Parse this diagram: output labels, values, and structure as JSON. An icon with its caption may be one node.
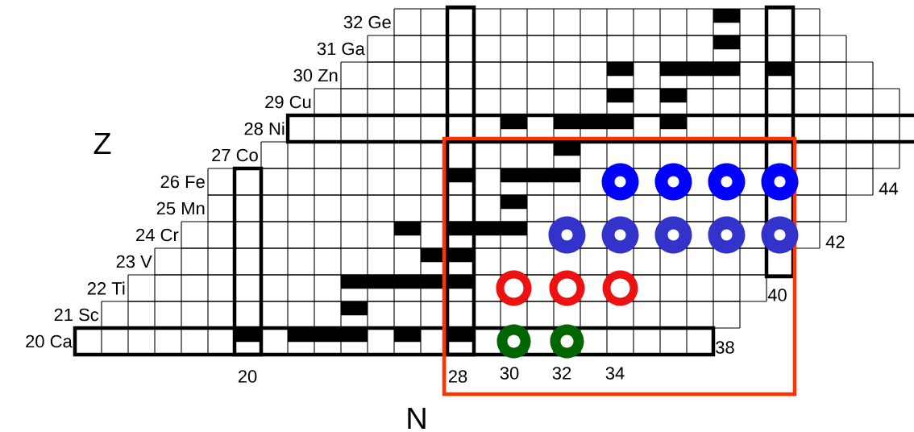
{
  "diagram": {
    "labels": [
      "32 Ge",
      "31 Ga",
      "30 Zn",
      "29 Cu",
      "28 Ni",
      "Z",
      "27 Co",
      "26 Fe",
      "44",
      "25 Mn",
      "24 Cr",
      "42",
      "23 V",
      "22 Ti",
      "40",
      "21 Sc",
      "20 Ca",
      "38",
      "20",
      "28",
      "30",
      "32",
      "34",
      "N"
    ]
  }
}
